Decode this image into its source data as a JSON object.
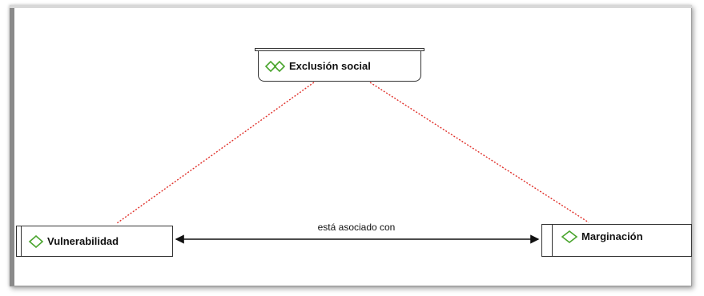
{
  "nodes": {
    "exclusion": {
      "label": "Exclusión social",
      "icon": "double-diamond-icon"
    },
    "vulnerability": {
      "label": "Vulnerabilidad",
      "icon": "diamond-icon"
    },
    "marginalization": {
      "label": "Marginación",
      "icon": "diamond-icon"
    }
  },
  "edges": {
    "association_label": "está asociado con"
  },
  "colors": {
    "icon_green": "#4aa52e",
    "dotted_link": "#e0302a",
    "border": "#333333"
  }
}
